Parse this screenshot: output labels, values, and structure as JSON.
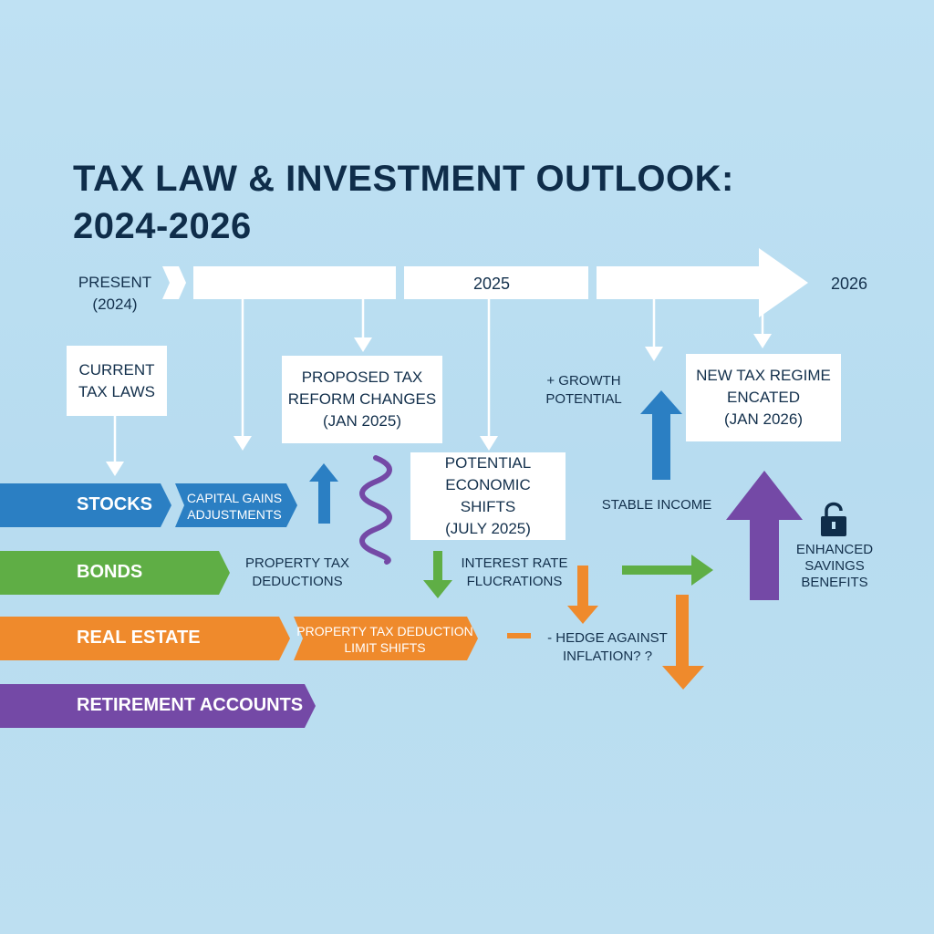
{
  "title": {
    "line1": "TAX LAW & INVESTMENT OUTLOOK:",
    "line2": "2024-2026"
  },
  "timeline": {
    "present": {
      "line1": "PRESENT",
      "line2": "(2024)"
    },
    "year_2025": "2025",
    "year_2026": "2026"
  },
  "boxes": {
    "current_tax_laws": {
      "line1": "CURRENT",
      "line2": "TAX LAWS"
    },
    "proposed_reform": {
      "line1": "PROPOSED TAX",
      "line2": "REFORM CHANGES",
      "line3": "(JAN 2025)"
    },
    "economic_shifts": {
      "line1": "POTENTIAL",
      "line2": "ECONOMIC SHIFTS",
      "line3": "(JULY 2025)"
    },
    "new_regime": {
      "line1": "NEW TAX REGIME",
      "line2": "ENCATED",
      "line3": "(JAN 2026)"
    }
  },
  "bands": {
    "stocks": {
      "label": "STOCKS",
      "sub": {
        "line1": "CAPITAL GAINS",
        "line2": "ADJUSTMENTS"
      }
    },
    "bonds": {
      "label": "BONDS"
    },
    "real_estate": {
      "label": "REAL ESTATE",
      "sub": {
        "line1": "PROPERTY TAX DEDUCTION",
        "line2": "LIMIT SHIFTS"
      }
    },
    "retirement": {
      "label": "RETIREMENT ACCOUNTS"
    }
  },
  "annotations": {
    "property_tax": {
      "line1": "PROPERTY TAX",
      "line2": "DEDUCTIONS"
    },
    "interest_rate": {
      "line1": "INTEREST RATE",
      "line2": "FLUCRATIONS"
    },
    "growth": {
      "line1": "+ GROWTH",
      "line2": "POTENTIAL"
    },
    "stable_income": "STABLE INCOME",
    "hedge": {
      "line1": "- HEDGE AGAINST",
      "line2": "INFLATION? ?"
    },
    "savings": {
      "line1": "ENHANCED",
      "line2": "SAVINGS",
      "line3": "BENEFITS"
    }
  },
  "colors": {
    "blue": "#2b7fc3",
    "green": "#5fae45",
    "orange": "#ef8a2c",
    "purple": "#7449a6",
    "navy": "#0f2d4a"
  }
}
